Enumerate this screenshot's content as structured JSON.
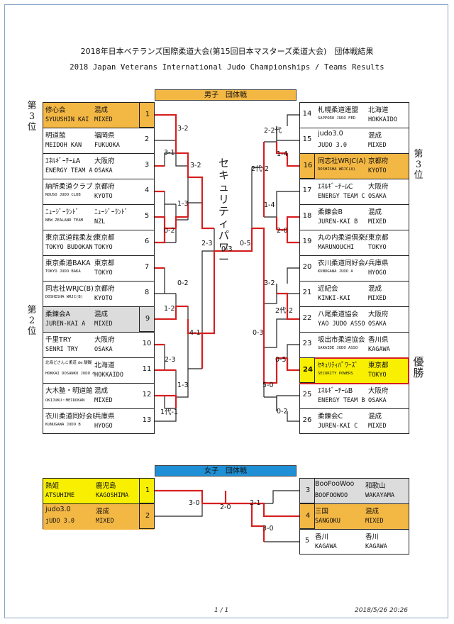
{
  "header": {
    "title_jp": "2018年日本ベテランズ国際柔道大会(第15回日本マスターズ柔道大会)　団体戦結果",
    "title_en": "2018 Japan Veterans International Judo Championships / Teams Results"
  },
  "men": {
    "heading": "男子　団体戦",
    "left_teams": [
      {
        "seed": "1",
        "name_jp": "修心会",
        "pref_jp": "混成",
        "name_en": "SYUUSHIN KAI",
        "pref_en": "MIXED",
        "hl": "orange"
      },
      {
        "seed": "2",
        "name_jp": "明道館",
        "pref_jp": "福岡県",
        "name_en": "MEIDOH KAN",
        "pref_en": "FUKUOKA",
        "hl": ""
      },
      {
        "seed": "3",
        "name_jp": "ｴﾈﾙｷﾞｰﾁｰﾑA",
        "pref_jp": "大阪府",
        "name_en": "ENERGY TEAM A",
        "pref_en": "OSAKA",
        "hl": ""
      },
      {
        "seed": "4",
        "name_jp": "納所柔道クラブ",
        "pref_jp": "京都府",
        "name_en": "NOUSO JUDO CLUB",
        "pref_en": "KYOTO",
        "hl": ""
      },
      {
        "seed": "5",
        "name_jp": "ﾆｭｰｼﾞｰﾗﾝﾄﾞ",
        "pref_jp": "ﾆｭｰｼﾞｰﾗﾝﾄﾞ",
        "name_en": "NEW ZEALAND TEAM",
        "pref_en": "NZL",
        "hl": ""
      },
      {
        "seed": "6",
        "name_jp": "東京武道館柔友会",
        "pref_jp": "東京都",
        "name_en": "TOKYO BUDOKAN",
        "pref_en": "TOKYO",
        "hl": ""
      },
      {
        "seed": "7",
        "name_jp": "東京柔道BAKA",
        "pref_jp": "東京都",
        "name_en": "TOKYO JUDO BAKA",
        "pref_en": "TOKYO",
        "hl": ""
      },
      {
        "seed": "8",
        "name_jp": "同志社WRJC(B)",
        "pref_jp": "京都府",
        "name_en": "DOSHISHA WRJC(B)",
        "pref_en": "KYOTO",
        "hl": ""
      },
      {
        "seed": "9",
        "name_jp": "柔錬会A",
        "pref_jp": "混成",
        "name_en": "JUREN-KAI A",
        "pref_en": "MIXED",
        "hl": "gray"
      },
      {
        "seed": "10",
        "name_jp": "千里TRY",
        "pref_jp": "大阪府",
        "name_en": "SENRI TRY",
        "pref_en": "OSAKA",
        "hl": ""
      },
      {
        "seed": "11",
        "name_jp": "北海どさんこ柔道 de 醍醐",
        "pref_jp": "北海道",
        "name_en": "HOKKAI DOSANKO JUDO de DAIGO",
        "pref_en": "HOKKAIDO",
        "hl": ""
      },
      {
        "seed": "12",
        "name_jp": "大木塾・明道館 合同ﾁｰﾑ",
        "pref_jp": "混成",
        "name_en": "OKIJUKU・MEIDOKAN",
        "pref_en": "MIXED",
        "hl": ""
      },
      {
        "seed": "13",
        "name_jp": "衣川柔道同好会B",
        "pref_jp": "兵庫県",
        "name_en": "KUNUGAWA JUDO B",
        "pref_en": "HYOGO",
        "hl": ""
      }
    ],
    "right_teams": [
      {
        "seed": "14",
        "name_jp": "札幌柔道連盟",
        "pref_jp": "北海道",
        "name_en": "SAPPORO JUDO FED",
        "pref_en": "HOKKAIDO",
        "hl": ""
      },
      {
        "seed": "15",
        "name_jp": "judo3.0",
        "pref_jp": "混成",
        "name_en": "JUDO 3.0",
        "pref_en": "MIXED",
        "hl": ""
      },
      {
        "seed": "16",
        "name_jp": "同志社WRJC(A)",
        "pref_jp": "京都府",
        "name_en": "DOSHISHA WRJC(A)",
        "pref_en": "KYOTO",
        "hl": "orange"
      },
      {
        "seed": "17",
        "name_jp": "ｴﾈﾙｷﾞｰﾁｰﾑC",
        "pref_jp": "大阪府",
        "name_en": "ENERGY TEAM C",
        "pref_en": "OSAKA",
        "hl": ""
      },
      {
        "seed": "18",
        "name_jp": "柔錬会B",
        "pref_jp": "混成",
        "name_en": "JUREN-KAI B",
        "pref_en": "MIXED",
        "hl": ""
      },
      {
        "seed": "19",
        "name_jp": "丸の内柔道倶楽部",
        "pref_jp": "東京都",
        "name_en": "MARUNOUCHI",
        "pref_en": "TOKYO",
        "hl": ""
      },
      {
        "seed": "20",
        "name_jp": "衣川柔道同好会A",
        "pref_jp": "兵庫県",
        "name_en": "KUNUGAWA JUDO A",
        "pref_en": "HYOGO",
        "hl": ""
      },
      {
        "seed": "21",
        "name_jp": "近紀会",
        "pref_jp": "混成",
        "name_en": "KINKI-KAI",
        "pref_en": "MIXED",
        "hl": ""
      },
      {
        "seed": "22",
        "name_jp": "八尾柔道協会",
        "pref_jp": "大阪府",
        "name_en": "YAO JUDO ASSO",
        "pref_en": "OSAKA",
        "hl": ""
      },
      {
        "seed": "23",
        "name_jp": "坂出市柔道協会",
        "pref_jp": "香川県",
        "name_en": "SAKAIDE JUDO ASSO",
        "pref_en": "KAGAWA",
        "hl": ""
      },
      {
        "seed": "24",
        "name_jp": "ｾｷｭﾘﾃｨﾊﾟﾜｰｽﾞ",
        "pref_jp": "東京都",
        "name_en": "SECURITY POWERS",
        "pref_en": "TOKYO",
        "hl": "yellow"
      },
      {
        "seed": "25",
        "name_jp": "ｴﾈﾙｷﾞｰﾁｰﾑB",
        "pref_jp": "大阪府",
        "name_en": "ENERGY TEAM B",
        "pref_en": "OSAKA",
        "hl": ""
      },
      {
        "seed": "26",
        "name_jp": "柔錬会C",
        "pref_jp": "混成",
        "name_en": "JUREN-KAI C",
        "pref_en": "MIXED",
        "hl": ""
      }
    ],
    "scores": {
      "l_1_2": "3-2",
      "l_2_3": "3-1",
      "l_q1": "3-2",
      "l_4_5": "1-3",
      "l_5_6": "0-2",
      "l_7_8": "0-2",
      "l_8_9": "1-2",
      "l_q2": "4-1",
      "l_10_11": "2-3",
      "l_11_12": "1-3",
      "l_12_13": "1代-1",
      "l_semi": "2-3",
      "final": "0-3",
      "r_semi": "0-5",
      "r_14_15": "2-2代",
      "r_15_16": "1-4",
      "r_q1": "2代-2",
      "r_17_18": "1-4",
      "r_18_19": "2-0",
      "r_20_21": "3-2",
      "r_21_22": "2代-2",
      "r_q2": "0-3",
      "r_23_24": "0-5",
      "r_24_26": "5-0",
      "r_25_26": "0-2"
    },
    "final_note": "セキュリティパワー"
  },
  "women": {
    "heading": "女子　団体戦",
    "left_teams": [
      {
        "seed": "1",
        "name_jp": "熱姫",
        "pref_jp": "鹿児島",
        "name_en": "ATSUHIME",
        "pref_en": "KAGOSHIMA",
        "hl": "yellow"
      },
      {
        "seed": "2",
        "name_jp": "judo3.0",
        "pref_jp": "混成",
        "name_en": "jUDO 3.0",
        "pref_en": "MIXED",
        "hl": "orange"
      }
    ],
    "right_teams": [
      {
        "seed": "3",
        "name_jp": "BooFooWoo",
        "pref_jp": "和歌山",
        "name_en": "BOOFOOWOO",
        "pref_en": "WAKAYAMA",
        "hl": "gray"
      },
      {
        "seed": "4",
        "name_jp": "三国",
        "pref_jp": "混成",
        "name_en": "SANGOKU",
        "pref_en": "MIXED",
        "hl": "orange"
      },
      {
        "seed": "5",
        "name_jp": "香川",
        "pref_jp": "香川",
        "name_en": "KAGAWA",
        "pref_en": "KAGAWA",
        "hl": ""
      }
    ],
    "scores": {
      "l_1_2": "3-0",
      "final": "2-0",
      "r_3_4": "2-1",
      "r_45": "3-0"
    }
  },
  "annotations": {
    "third_1": "第3位",
    "second": "第2位",
    "third_2": "第3位",
    "champion": "優勝"
  },
  "footer": {
    "page": "1 / 1",
    "timestamp": "2018/5/26 20:26"
  },
  "colors": {
    "orange": "#f3b744",
    "yellow": "#f8f000",
    "gray": "#dcdcdc",
    "blue": "#1f8fd6",
    "red": "#d62020"
  }
}
